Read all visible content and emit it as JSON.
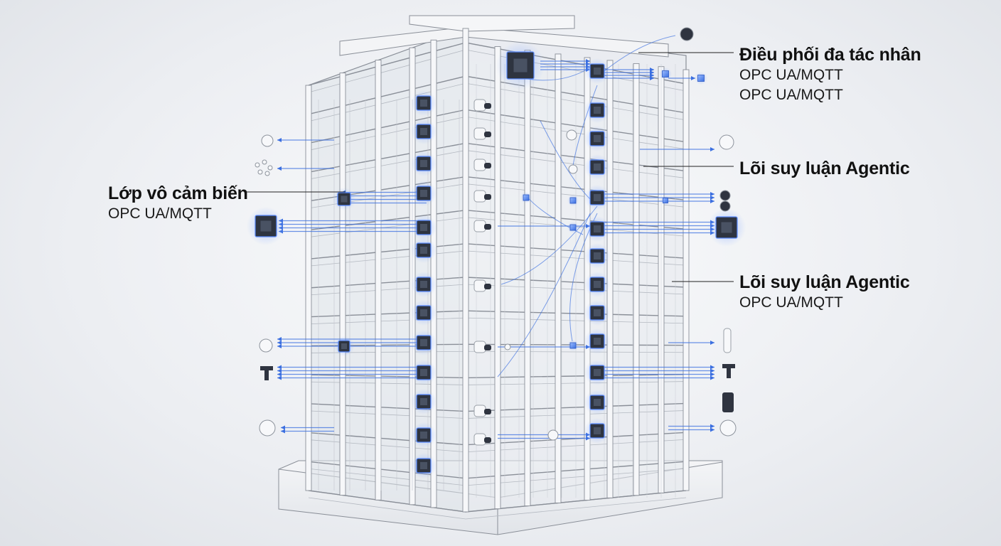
{
  "labels": {
    "orchestration": {
      "title": "Điều phối đa tác nhân",
      "sub1": "OPC UA/MQTT",
      "sub2": "OPC UA/MQTT"
    },
    "reasoning_core_1": {
      "title": "Lõi suy luận Agentic"
    },
    "sensor_layer": {
      "title": "Lớp vô cảm biến",
      "sub1": "OPC UA/MQTT"
    },
    "reasoning_core_2": {
      "title": "Lõi suy luận Agentic",
      "sub1": "OPC UA/MQTT"
    }
  },
  "colors": {
    "background": "#eceef2",
    "structure_line": "#8a8f98",
    "glass": "#dfe4ea",
    "data_flow": "#3b6fe0",
    "node_glow": "#5b8cff",
    "chip": "#2e3440",
    "label_text": "#111111"
  },
  "icons": [
    "server-chip-icon",
    "sensor-puck-icon",
    "camera-icon",
    "data-node-cube-icon",
    "connection-arrow-icon"
  ]
}
